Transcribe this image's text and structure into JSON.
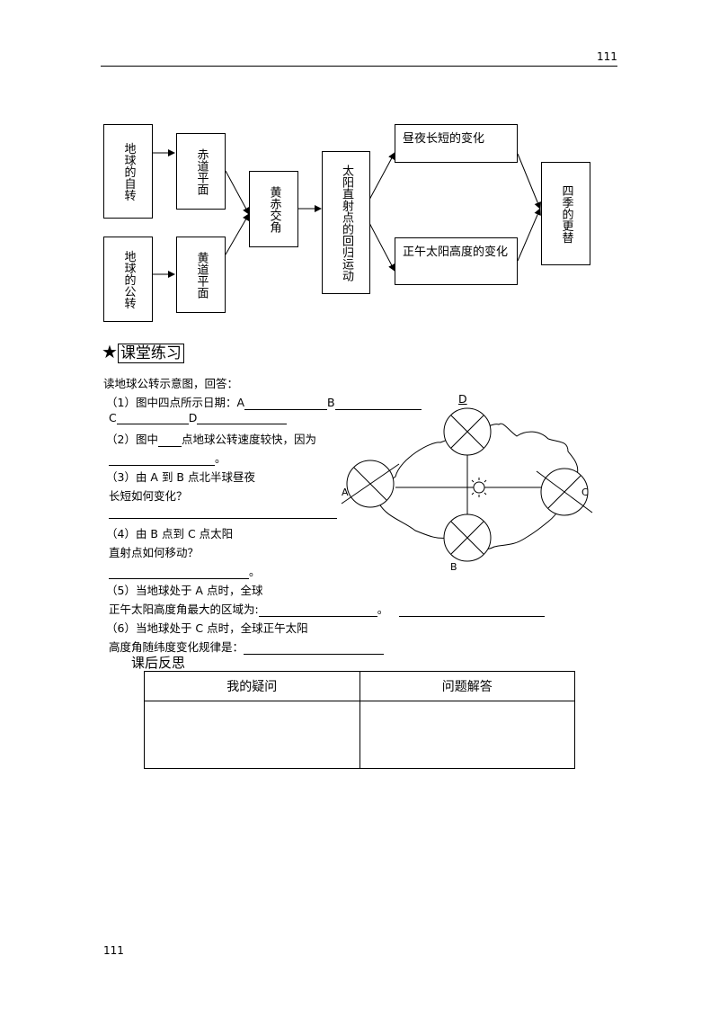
{
  "page": {
    "header_number": "111",
    "footer_number": "111"
  },
  "flowchart": {
    "rotation": "地球的自转",
    "revolution": "地球的公转",
    "equator_plane": "赤道平面",
    "ecliptic_plane": "黄道平面",
    "obliquity": "黄赤交角",
    "migration": "太阳直射点的回归运动",
    "day_night": "昼夜长短的变化",
    "noon_altitude": "正午太阳高度的变化",
    "seasons": "四季的更替"
  },
  "exercise": {
    "star": "★",
    "title": "课堂练习",
    "intro": "读地球公转示意图，回答：",
    "q1_a": "（1）图中四点所示日期：A",
    "q1_b": "B",
    "q1_c": "C",
    "q1_d": "D",
    "q2_a": "（2）图中",
    "q2_b": "点地球公转速度较快，因为",
    "q2_end": "。",
    "q3_a": "（3）由 A 到 B 点北半球昼夜",
    "q3_b": "长短如何变化？",
    "q4_a": "（4）由 B 点到 C 点太阳",
    "q4_b": "直射点如何移动？",
    "q4_end": "。",
    "q5_a": "（5）当地球处于 A 点时，全球",
    "q5_b": "正午太阳高度角最大的区域为:",
    "q5_end": "。",
    "q6_a": "（6）当地球处于 C 点时，全球正午太阳",
    "q6_b": "高度角随纬度变化规律是："
  },
  "orbit_labels": {
    "a": "A",
    "b": "B",
    "c": "C",
    "d": "D"
  },
  "reflection": {
    "title": "课后反思",
    "col_question": "我的疑问",
    "col_answer": "问题解答"
  }
}
